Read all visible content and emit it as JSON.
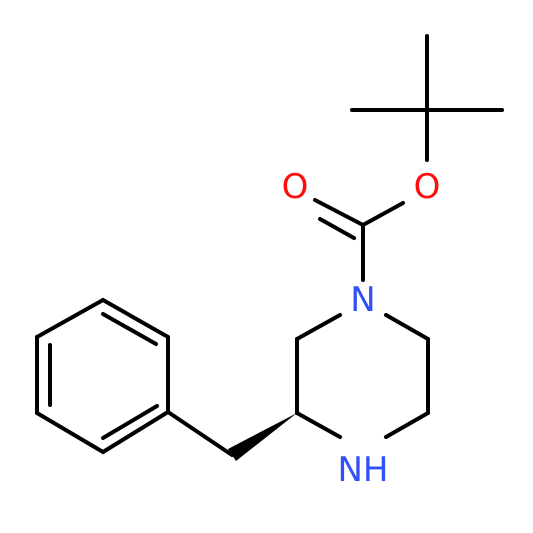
{
  "atoms": {
    "o_carbonyl": {
      "symbol": "O",
      "color": "#ff0d0d"
    },
    "o_ester": {
      "symbol": "O",
      "color": "#ff0d0d"
    },
    "n_ring_top": {
      "symbol": "N",
      "color": "#3050f8"
    },
    "n_ring_bottom": {
      "symbol": "NH",
      "color": "#3050f8"
    }
  },
  "colors": {
    "bond": "#000000",
    "oxygen": "#ff0d0d",
    "nitrogen": "#3050f8"
  }
}
